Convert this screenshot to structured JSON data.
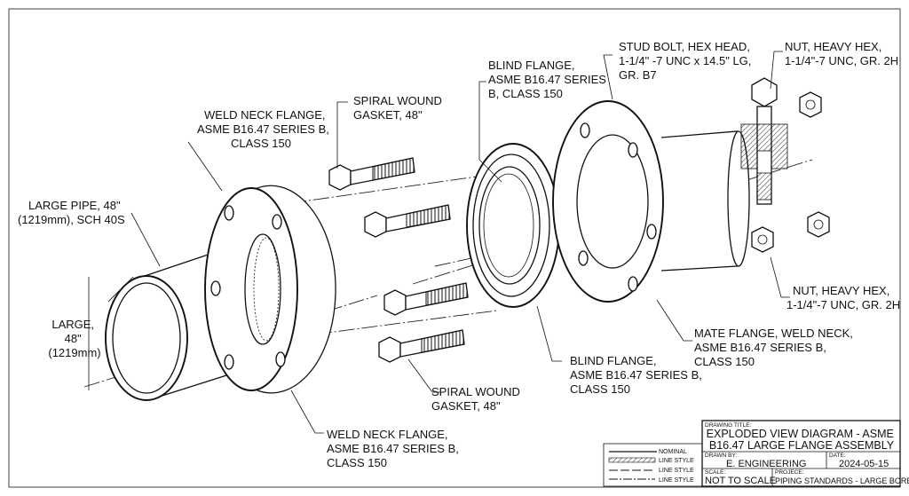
{
  "labels": {
    "weld_neck_top": [
      "WELD NECK FLANGE,",
      "ASME B16.47 SERIES B,",
      "CLASS 150"
    ],
    "gasket_top": [
      "SPIRAL WOUND",
      "GASKET, 48\""
    ],
    "blind_top": [
      "BLIND FLANGE,",
      "ASME B16.47 SERIES",
      "B, CLASS 150"
    ],
    "stud_bolt": [
      "STUD BOLT, HEX HEAD,",
      "1-1/4\" -7 UNC x 14.5\" LG,",
      "GR. B7"
    ],
    "nut_top": [
      "NUT, HEAVY HEX,",
      "1-1/4\"-7 UNC, GR. 2H"
    ],
    "large_pipe": [
      "LARGE PIPE, 48\"",
      "(1219mm), SCH 40S"
    ],
    "large_dim": [
      "LARGE,",
      "48\"",
      "(1219mm)"
    ],
    "nut_bottom": [
      "NUT, HEAVY HEX,",
      "1-1/4\"-7 UNC, GR. 2H"
    ],
    "mate_flange": [
      "MATE FLANGE, WELD NECK,",
      "ASME B16.47 SERIES B,",
      "CLASS 150"
    ],
    "blind_bottom": [
      "BLIND FLANGE,",
      "ASME B16.47 SERIES B,",
      "CLASS 150"
    ],
    "gasket_bottom": [
      "SPIRAL WOUND",
      "GASKET, 48\""
    ],
    "weld_neck_bottom": [
      "WELD NECK FLANGE,",
      "ASME B16.47 SERIES B,",
      "CLASS 150"
    ]
  },
  "legend": {
    "nominal": "NOMINAL",
    "line_style_1": "LINE STYLE",
    "line_style_2": "LINE STYLE",
    "line_style_3": "LINE STYLE"
  },
  "title_block": {
    "drawing_title_label": "DRAWING TITLE:",
    "drawing_title": [
      "EXPLODED VIEW DIAGRAM - ASME",
      "B16.47 LARGE FLANGE ASSEMBLY"
    ],
    "drawn_by_label": "DRAWN BY:",
    "drawn_by": "E. ENGINEERING",
    "date_label": "DATE:",
    "date": "2024-05-15",
    "scale_label": "SCALE:",
    "scale": "NOT TO SCALE",
    "project_label": "PROJECE:",
    "project": "PIPING STANDARDS - LARGE BORE"
  },
  "colors": {
    "ink": "#111111",
    "paper": "#ffffff"
  }
}
